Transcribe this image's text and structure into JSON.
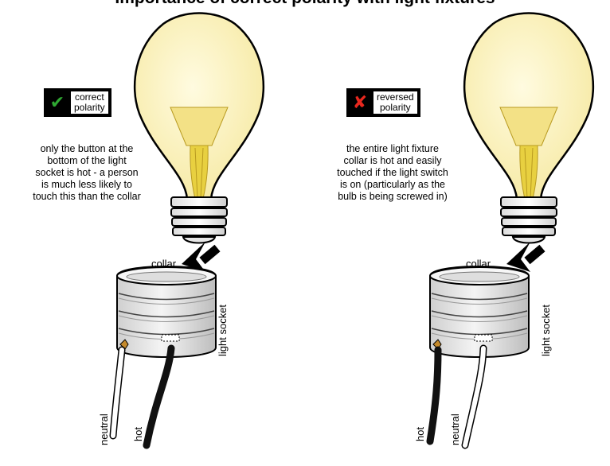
{
  "title": "Importance of correct polarity with light fixtures",
  "left_panel": {
    "badge_icon": "check-icon",
    "badge_color": "#2fa832",
    "badge_line1": "correct",
    "badge_line2": "polarity",
    "caption_lines": [
      "only the button at the",
      "bottom of the light",
      "socket is hot - a person",
      "is much less likely to",
      "touch this than the collar"
    ],
    "collar_label": "collar",
    "socket_label": "light socket",
    "wire_left_label": "neutral",
    "wire_right_label": "hot"
  },
  "right_panel": {
    "badge_icon": "x-icon",
    "badge_color": "#e8281e",
    "badge_line1": "reversed",
    "badge_line2": "polarity",
    "caption_lines": [
      "the entire light fixture",
      "collar is hot and easily",
      "touched if the light switch",
      "is on (particularly as the",
      "bulb is being screwed in)"
    ],
    "collar_label": "collar",
    "socket_label": "light socket",
    "wire_left_label": "hot",
    "wire_right_label": "neutral"
  },
  "colors": {
    "bulb_glass": "#fbf2b3",
    "filament": "#e8d040",
    "hot_wire": "#111111",
    "neutral_wire": "#ffffff"
  }
}
